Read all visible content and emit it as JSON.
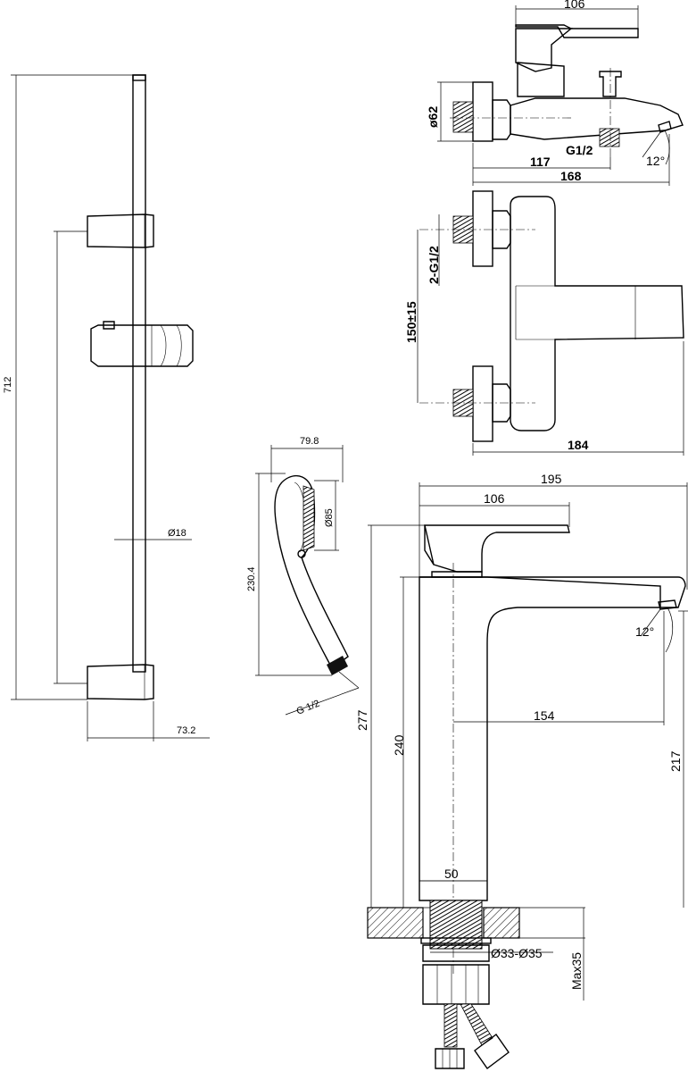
{
  "shower_rail": {
    "length_label": "712",
    "diameter_label": "Ø18",
    "bracket_width_label": "73.2"
  },
  "hand_shower": {
    "width_label": "79.8",
    "length_label": "230.4",
    "head_diameter_label": "Ø85",
    "thread_label": "G 1/2"
  },
  "bath_mixer_side": {
    "handle_width_label": "106",
    "flange_diameter_label": "ø62",
    "outlet_thread_label": "G1/2",
    "spout_angle_label": "12°",
    "outlet_offset_label": "117",
    "total_depth_label": "168"
  },
  "bath_mixer_front": {
    "inlet_thread_label": "2-G1/2",
    "centers_label": "150±15",
    "width_label": "184"
  },
  "basin_mixer": {
    "total_depth_label": "195",
    "handle_width_label": "106",
    "spout_angle_label": "12°",
    "spout_reach_label": "154",
    "total_height_label": "277",
    "body_height_label": "240",
    "spout_height_label": "217",
    "base_width_label": "50",
    "hole_diameter_label": "Ø33-Ø35",
    "max_counter_label": "Max35"
  }
}
